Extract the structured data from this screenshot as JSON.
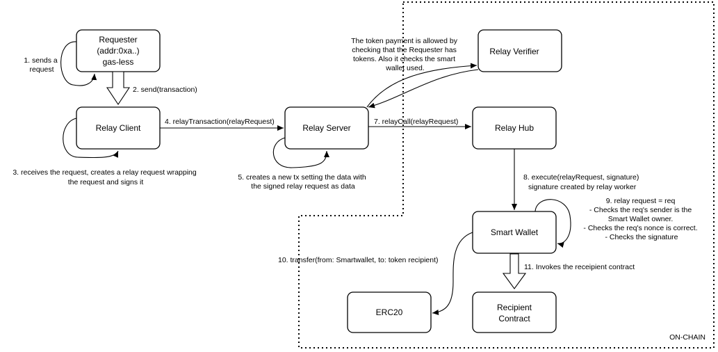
{
  "nodes": {
    "requester": [
      "Requester",
      "(addr:0xa..)",
      "gas-less"
    ],
    "relay_client": "Relay Client",
    "relay_server": "Relay Server",
    "relay_verifier": "Relay Verifier",
    "relay_hub": "Relay Hub",
    "smart_wallet": "Smart Wallet",
    "erc20": "ERC20",
    "recipient_contract": [
      "Recipient",
      "Contract"
    ]
  },
  "labels": {
    "step1": [
      "1. sends a",
      "request"
    ],
    "step2": "2. send(transaction)",
    "step3": [
      "3. receives the request, creates a relay request wrapping",
      "the request and signs it"
    ],
    "step4": "4. relayTransaction(relayRequest)",
    "step5": [
      "5. creates a new tx setting the data with",
      "the signed relay request as data"
    ],
    "step7": "7. relayCall(relayRequest)",
    "step8": [
      "8. execute(relayRequest, signature)",
      "signature created by relay worker"
    ],
    "step9": [
      "9. relay request = req",
      "- Checks the req's sender is the",
      "Smart Wallet owner.",
      "- Checks the req's nonce is correct.",
      "- Checks the signature"
    ],
    "step10": "10. transfer(from: Smartwallet, to: token recipient)",
    "step11": "11. Invokes the receipient contract",
    "verifier_note": [
      "The token payment is allowed by",
      "checking that the Requester has",
      "tokens. Also it checks the smart",
      "wallet used."
    ]
  },
  "zone_label": "ON-CHAIN"
}
